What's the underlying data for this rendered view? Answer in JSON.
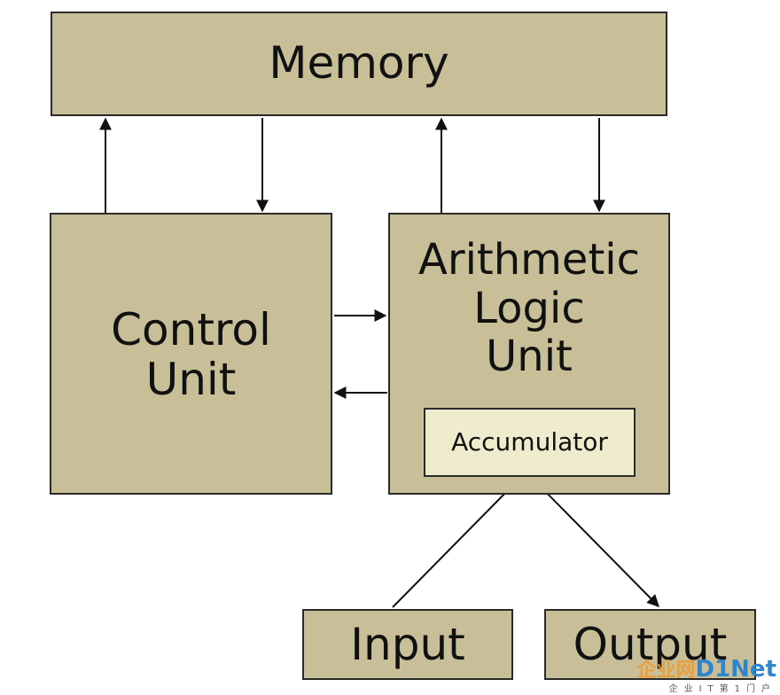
{
  "diagram": {
    "memory_label": "Memory",
    "control_unit_label_line1": "Control",
    "control_unit_label_line2": "Unit",
    "alu_label_line1": "Arithmetic",
    "alu_label_line2": "Logic",
    "alu_label_line3": "Unit",
    "accumulator_label": "Accumulator",
    "input_label": "Input",
    "output_label": "Output"
  },
  "watermark": {
    "cn_text": "企业网",
    "brand_text": "D1Net",
    "sub_text": "企业IT第1门户"
  },
  "colors": {
    "block_fill": "#c8bf98",
    "accumulator_fill": "#efeccd",
    "stroke": "#2a2a2a",
    "watermark_orange": "#f19a2b",
    "watermark_blue": "#2f86cf"
  }
}
